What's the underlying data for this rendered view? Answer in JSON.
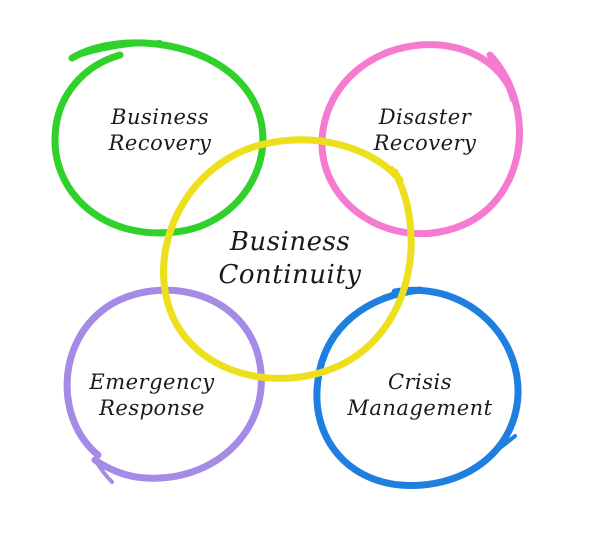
{
  "diagram": {
    "center": {
      "line1": "Business",
      "line2": "Continuity",
      "color": "#eedf1c"
    },
    "nodes": [
      {
        "id": "business-recovery",
        "line1": "Business",
        "line2": "Recovery",
        "color": "#2fd12a"
      },
      {
        "id": "disaster-recovery",
        "line1": "Disaster",
        "line2": "Recovery",
        "color": "#f57bd0"
      },
      {
        "id": "emergency-response",
        "line1": "Emergency",
        "line2": "Response",
        "color": "#a38be6"
      },
      {
        "id": "crisis-management",
        "line1": "Crisis",
        "line2": "Management",
        "color": "#1e7fe0"
      }
    ]
  }
}
